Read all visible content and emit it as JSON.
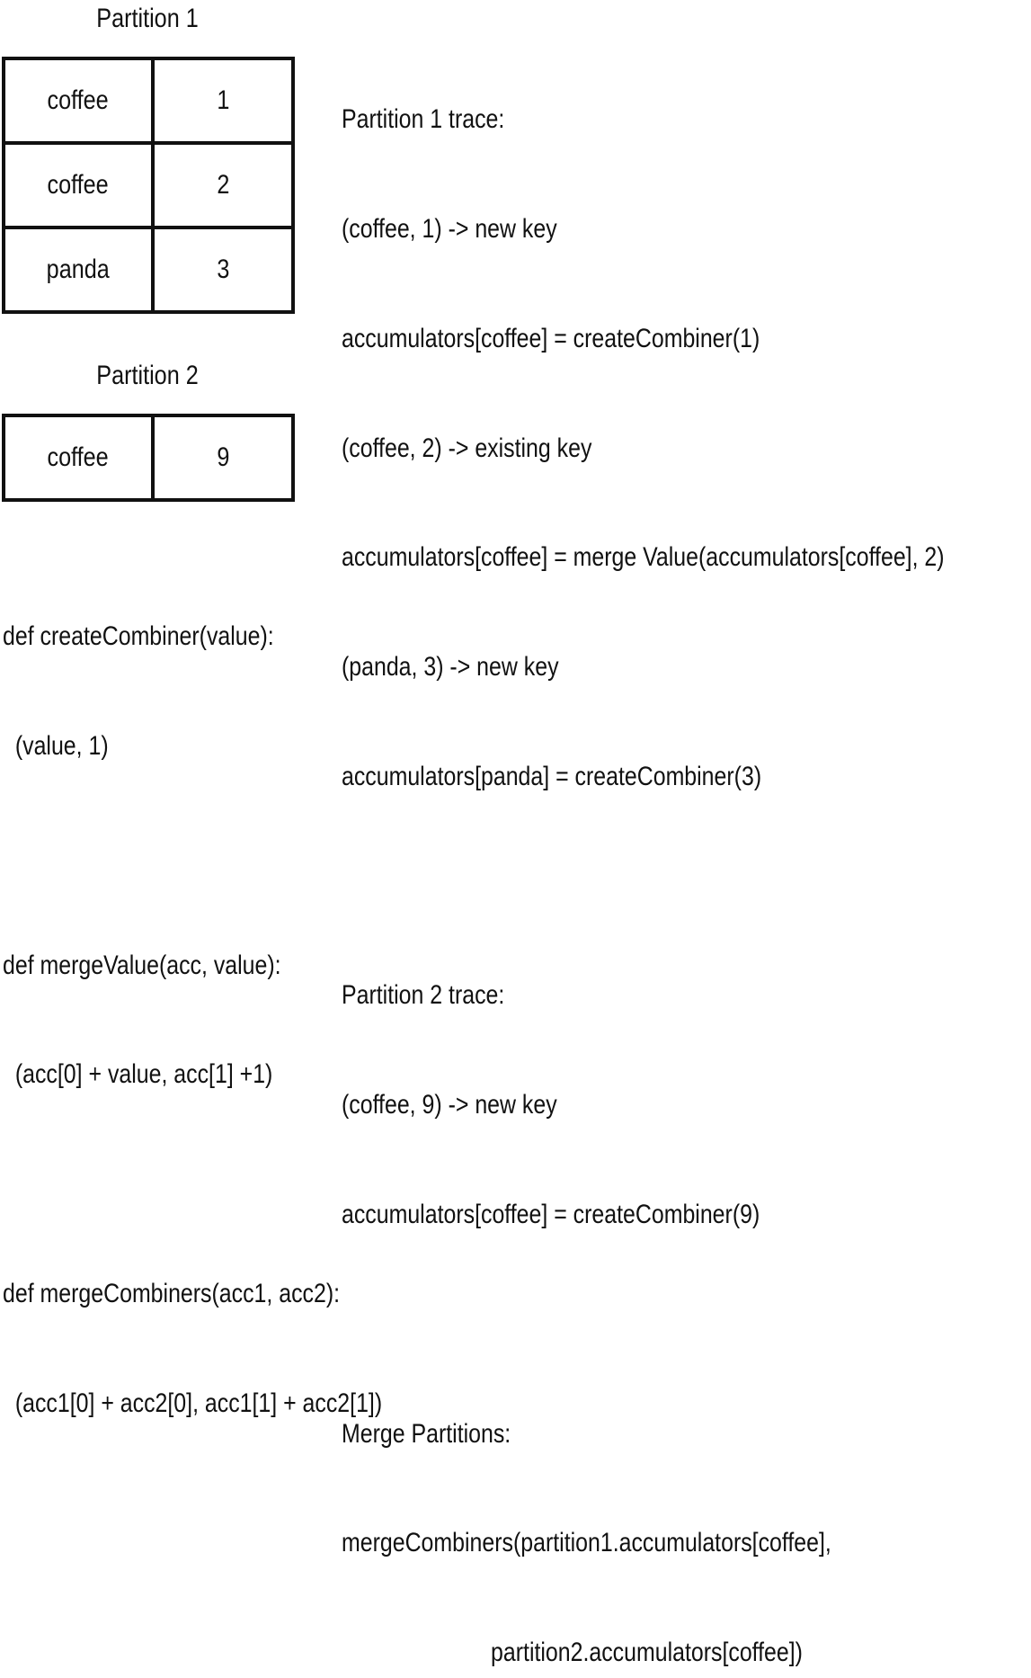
{
  "partitions": [
    {
      "title": "Partition 1",
      "rows": [
        {
          "key": "coffee",
          "value": "1"
        },
        {
          "key": "coffee",
          "value": "2"
        },
        {
          "key": "panda",
          "value": "3"
        }
      ]
    },
    {
      "title": "Partition 2",
      "rows": [
        {
          "key": "coffee",
          "value": "9"
        }
      ]
    }
  ],
  "trace": {
    "lines": [
      "Partition 1 trace:",
      "(coffee, 1) -> new key",
      "accumulators[coffee] = createCombiner(1)",
      "(coffee, 2) -> existing key",
      "accumulators[coffee] = merge Value(accumulators[coffee], 2)",
      "(panda, 3) -> new key",
      "accumulators[panda] = createCombiner(3)",
      "",
      "Partition 2 trace:",
      "(coffee, 9) -> new key",
      "accumulators[coffee] = createCombiner(9)",
      "",
      "Merge Partitions:",
      "mergeCombiners(partition1.accumulators[coffee],",
      "                        partition2.accumulators[coffee])"
    ]
  },
  "definitions": {
    "lines": [
      "def createCombiner(value):",
      "  (value, 1)",
      "",
      "def mergeValue(acc, value):",
      "  (acc[0] + value, acc[1] +1)",
      "",
      "def mergeCombiners(acc1, acc2):",
      "  (acc1[0] + acc2[0], acc1[1] + acc2[1])"
    ]
  }
}
